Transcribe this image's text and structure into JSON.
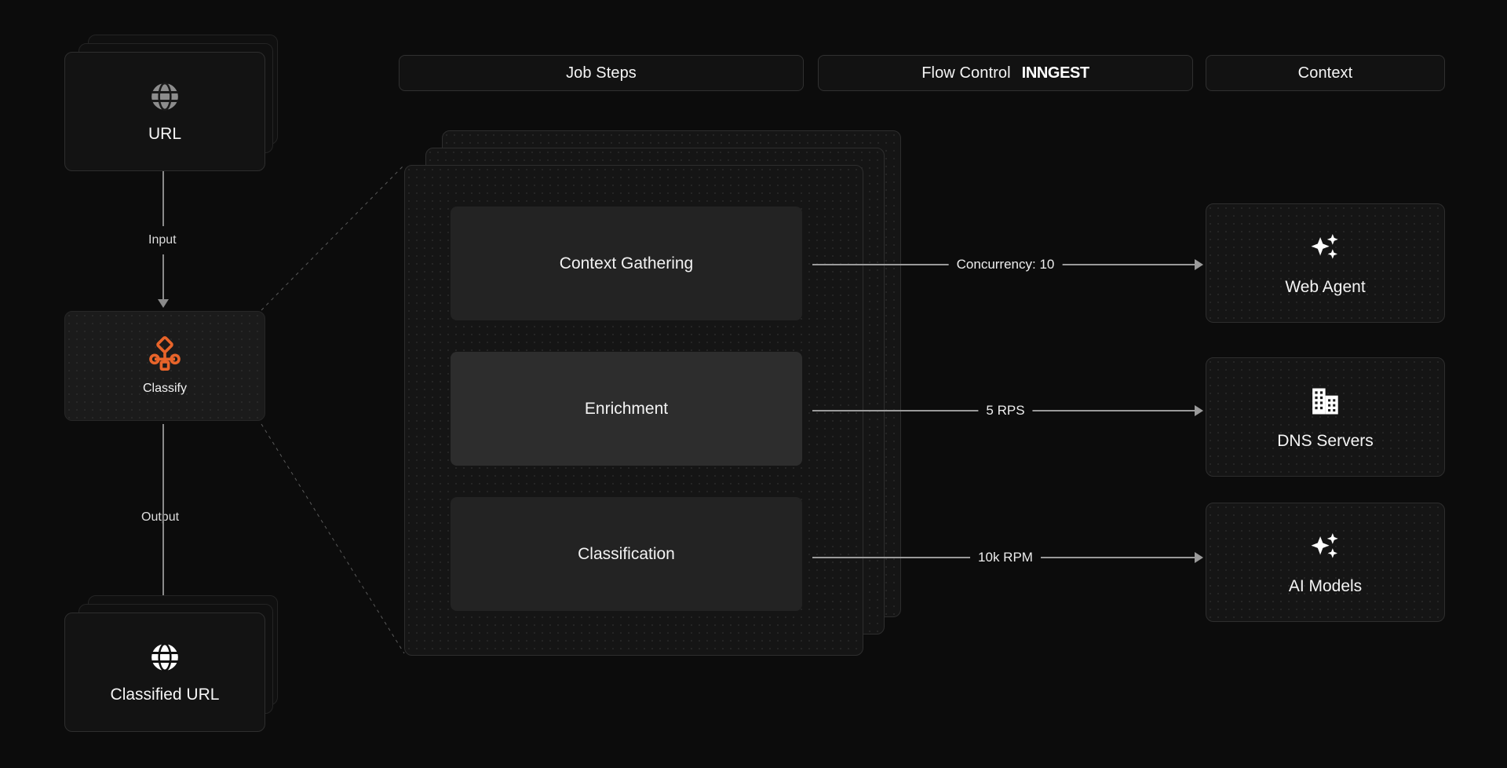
{
  "header": {
    "tabs": [
      {
        "label": "Job Steps",
        "brand": ""
      },
      {
        "label": "Flow Control",
        "brand": "INNGEST"
      },
      {
        "label": "Context",
        "brand": ""
      }
    ]
  },
  "left_column": {
    "input_node": {
      "label": "URL",
      "icon": "globe-icon",
      "stacked": true
    },
    "input_edge_label": "Input",
    "process_node": {
      "label": "Classify",
      "icon": "workflow-icon",
      "accent": "#e8642a"
    },
    "output_edge_label": "Output",
    "output_node": {
      "label": "Classified URL",
      "icon": "globe-icon",
      "stacked": true
    }
  },
  "job_steps": {
    "steps": [
      {
        "label": "Context Gathering",
        "highlighted": false
      },
      {
        "label": "Enrichment",
        "highlighted": true
      },
      {
        "label": "Classification",
        "highlighted": false
      }
    ]
  },
  "flow_control": {
    "connectors": [
      {
        "label": "Concurrency: 10"
      },
      {
        "label": "5 RPS"
      },
      {
        "label": "10k RPM"
      }
    ]
  },
  "context": {
    "resources": [
      {
        "label": "Web Agent",
        "icon": "sparkles-icon"
      },
      {
        "label": "DNS Servers",
        "icon": "building-icon"
      },
      {
        "label": "AI Models",
        "icon": "sparkles-icon"
      }
    ]
  },
  "colors": {
    "background": "#0c0c0c",
    "accent": "#e8642a",
    "card": "#131313",
    "card_border": "#2e2e2e",
    "step": "#232323",
    "step_highlight": "#2d2d2d",
    "line": "#8a8a8a",
    "text": "#f2f2f2"
  }
}
